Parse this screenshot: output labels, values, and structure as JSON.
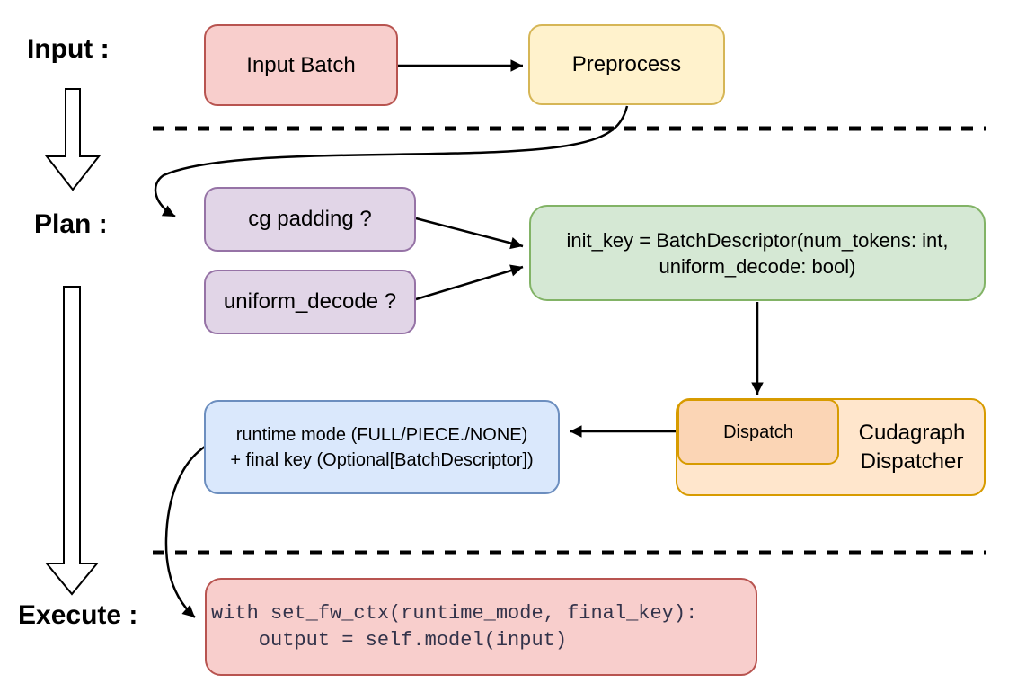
{
  "stages": {
    "input": "Input :",
    "plan": "Plan :",
    "execute": "Execute :"
  },
  "nodes": {
    "input_batch": "Input Batch",
    "preprocess": "Preprocess",
    "cg_padding": "cg padding ?",
    "uniform_decode": "uniform_decode ?",
    "init_key_line1": "init_key = BatchDescriptor(num_tokens: int,",
    "init_key_line2": "uniform_decode: bool)",
    "runtime_line1": "runtime mode (FULL/PIECE./NONE)",
    "runtime_line2": "+ final key (Optional[BatchDescriptor])",
    "dispatch": "Dispatch",
    "cudagraph_line1": "Cudagraph",
    "cudagraph_line2": "Dispatcher",
    "code_line1": "with set_fw_ctx(runtime_mode, final_key):",
    "code_line2": "    output = self.model(input)"
  },
  "colors": {
    "red_fill": "#f8cecc",
    "red_stroke": "#b85450",
    "yellow_fill": "#fff2cc",
    "yellow_stroke": "#d6b656",
    "purple_fill": "#e1d5e7",
    "purple_stroke": "#9673a6",
    "green_fill": "#d5e8d4",
    "green_stroke": "#82b366",
    "orange_fill": "#ffe6cc",
    "orange_inner_fill": "#fbd5b5",
    "orange_stroke": "#d79b00",
    "blue_fill": "#dae8fc",
    "blue_stroke": "#6c8ebf",
    "arrow": "#000000"
  }
}
